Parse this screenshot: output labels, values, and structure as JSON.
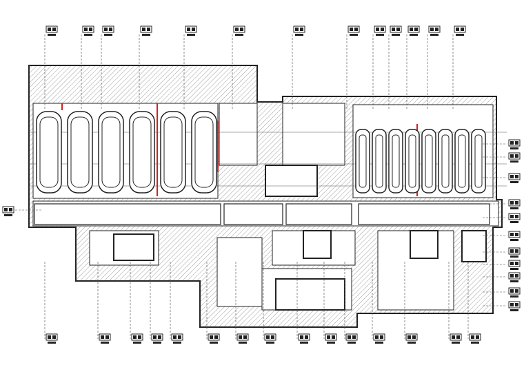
{
  "drawing": {
    "type": "architectural-floor-plan",
    "colors": {
      "line": "#222222",
      "hatch": "#9a9a9a",
      "accent_red": "#d42020",
      "background": "#ffffff"
    },
    "left_parking_bays": 6,
    "right_parking_bays": 8,
    "top_label_count": 13,
    "bottom_label_count": 15,
    "right_label_count": 11,
    "left_label_count": 1
  }
}
